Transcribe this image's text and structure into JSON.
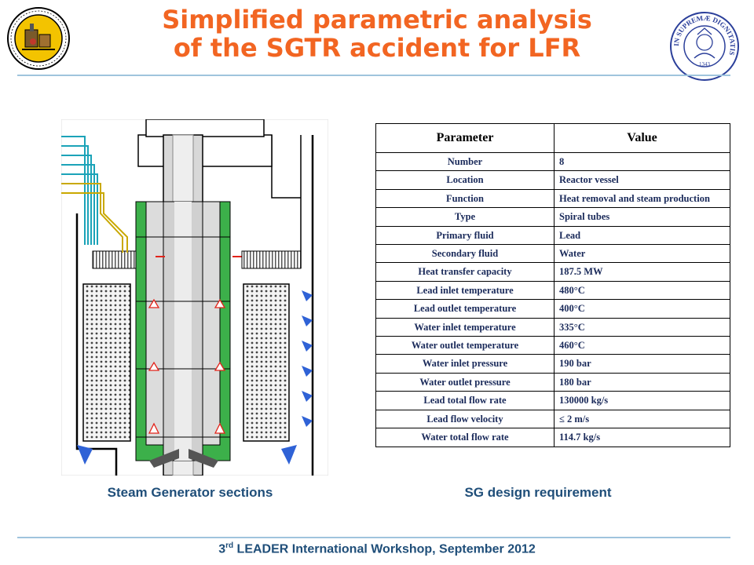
{
  "slide": {
    "title_line1": "Simplified parametric analysis",
    "title_line2": "of the SGTR accident for LFR",
    "left_caption": "Steam Generator sections",
    "right_caption": "SG design requirement",
    "footer_pre": "3",
    "footer_sup": "rd",
    "footer_post": " LEADER International Workshop, September 2012"
  },
  "table": {
    "header_parameter": "Parameter",
    "header_value": "Value",
    "rows": [
      {
        "parameter": "Number",
        "value": "8"
      },
      {
        "parameter": "Location",
        "value": "Reactor vessel"
      },
      {
        "parameter": "Function",
        "value": "Heat removal and steam production"
      },
      {
        "parameter": "Type",
        "value": "Spiral tubes"
      },
      {
        "parameter": "Primary fluid",
        "value": "Lead"
      },
      {
        "parameter": "Secondary fluid",
        "value": "Water"
      },
      {
        "parameter": "Heat transfer capacity",
        "value": "187.5 MW"
      },
      {
        "parameter": "Lead inlet temperature",
        "value": "480°C"
      },
      {
        "parameter": "Lead outlet temperature",
        "value": "400°C"
      },
      {
        "parameter": "Water inlet temperature",
        "value": "335°C"
      },
      {
        "parameter": "Water outlet temperature",
        "value": "460°C"
      },
      {
        "parameter": "Water inlet pressure",
        "value": "190 bar"
      },
      {
        "parameter": "Water outlet pressure",
        "value": "180 bar"
      },
      {
        "parameter": "Lead total flow rate",
        "value": "130000 kg/s"
      },
      {
        "parameter": "Lead flow velocity",
        "value": "≤ 2 m/s"
      },
      {
        "parameter": "Water total flow rate",
        "value": "114.7 kg/s"
      }
    ]
  },
  "logos": {
    "left": "leader-project-logo",
    "right": "university-pisa-seal",
    "seal_text": "IN SUPREMÆ DIGNITATIS",
    "seal_year": "1343"
  },
  "colors": {
    "title": "#f26522",
    "caption": "#1f4e79",
    "divider": "#9fc4dd",
    "seal_blue": "#2b3f9a",
    "green": "#3cb04a",
    "blue_arrow": "#2f62d6",
    "red_arrow": "#e2231a"
  }
}
